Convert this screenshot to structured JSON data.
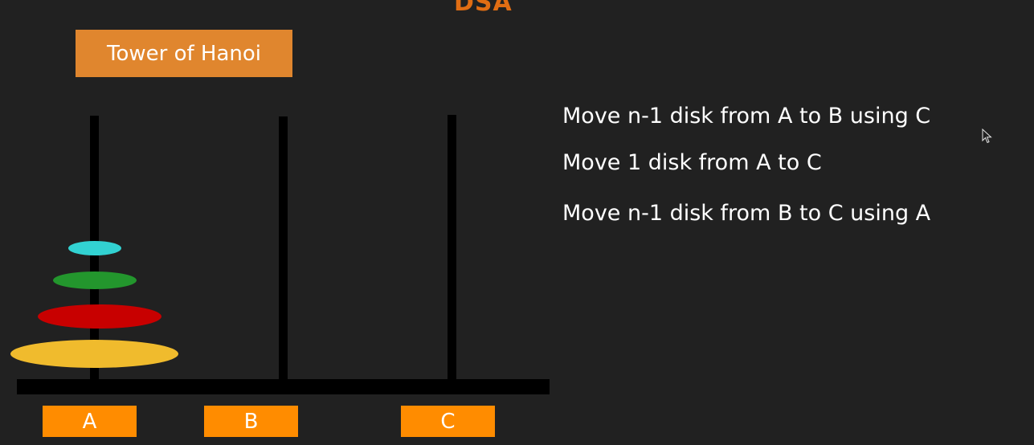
{
  "header": {
    "brand": "DSA"
  },
  "title_box": {
    "label": "Tower of Hanoi"
  },
  "rods": [
    {
      "label": "A"
    },
    {
      "label": "B"
    },
    {
      "label": "C"
    }
  ],
  "disks": [
    {
      "color": "#f0bb2d"
    },
    {
      "color": "#c80000"
    },
    {
      "color": "#23962d"
    },
    {
      "color": "#32d2d2"
    }
  ],
  "steps": [
    "Move n-1 disk from A to B using C",
    "Move 1 disk from A to C",
    "Move n-1 disk from B to C using A"
  ],
  "colors": {
    "background": "#212121",
    "brand": "#e06d13",
    "title_box": "#e0862e",
    "label_box": "#ff8c00"
  },
  "icons": {
    "cursor": "mouse-pointer-icon"
  }
}
